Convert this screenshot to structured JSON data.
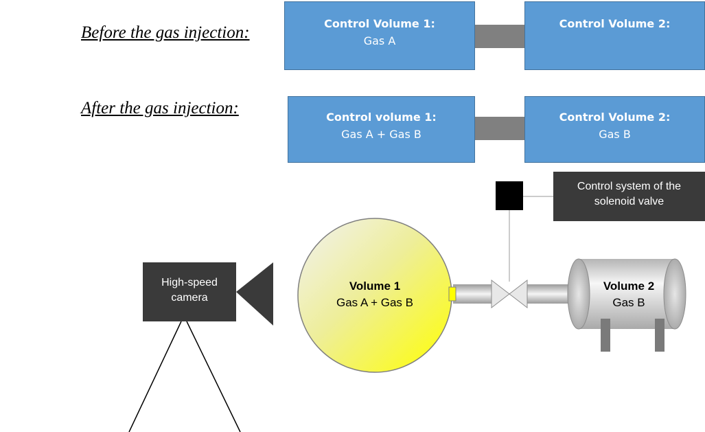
{
  "before": {
    "caption": "Before the gas injection:",
    "cv1": {
      "title": "Control Volume 1:",
      "content": "Gas A"
    },
    "cv2": {
      "title": "Control Volume 2:",
      "content": ""
    }
  },
  "after": {
    "caption": "After the gas injection:",
    "cv1": {
      "title": "Control volume 1:",
      "content": "Gas A + Gas B"
    },
    "cv2": {
      "title": "Control Volume 2:",
      "content": "Gas B"
    }
  },
  "setup": {
    "control_system": {
      "line1": "Control system of the",
      "line2": "solenoid valve"
    },
    "camera": {
      "line1": "High-speed",
      "line2": "camera"
    },
    "volume1": {
      "title": "Volume 1",
      "content": "Gas A + Gas B"
    },
    "volume2": {
      "title": "Volume 2",
      "content": "Gas B"
    }
  },
  "colors": {
    "control_volume_fill": "#5b9bd5",
    "connector": "#808080",
    "dark_box": "#3a3a3a",
    "volume1_gradient": [
      "#f2f2f2",
      "#ffff00"
    ],
    "valve": "#e0e0e0"
  }
}
